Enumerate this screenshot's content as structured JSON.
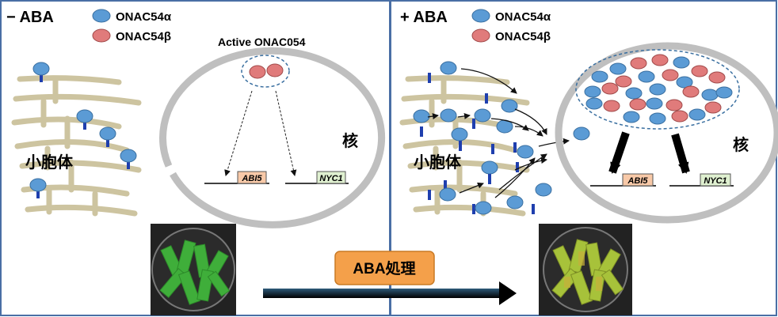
{
  "left_panel": {
    "condition": "− ABA",
    "legend": [
      {
        "label": "ONAC54α",
        "color": "#5b9bd5"
      },
      {
        "label": "ONAC54β",
        "color": "#e07b7b"
      }
    ],
    "er_label": "小胞体",
    "active_label": "Active ONAC054",
    "nucleus_label": "核",
    "genes": [
      "ABI5",
      "NYC1"
    ]
  },
  "right_panel": {
    "condition": "+ ABA",
    "legend": [
      {
        "label": "ONAC54α",
        "color": "#5b9bd5"
      },
      {
        "label": "ONAC54β",
        "color": "#e07b7b"
      }
    ],
    "er_label": "小胞体",
    "nucleus_label": "核",
    "genes": [
      "ABI5",
      "NYC1"
    ]
  },
  "treatment_label": "ABA処理",
  "colors": {
    "border": "#4a6fa5",
    "er": "#cdc4a0",
    "nucleus": "#bfbfbf",
    "tm": "#1f3fae",
    "protein_alpha": "#5b9bd5",
    "protein_beta": "#e07b7b",
    "abi5_box": "#f8c9a8",
    "nyc1_box": "#dff0d0",
    "treatment_bg": "#f4a04a"
  }
}
